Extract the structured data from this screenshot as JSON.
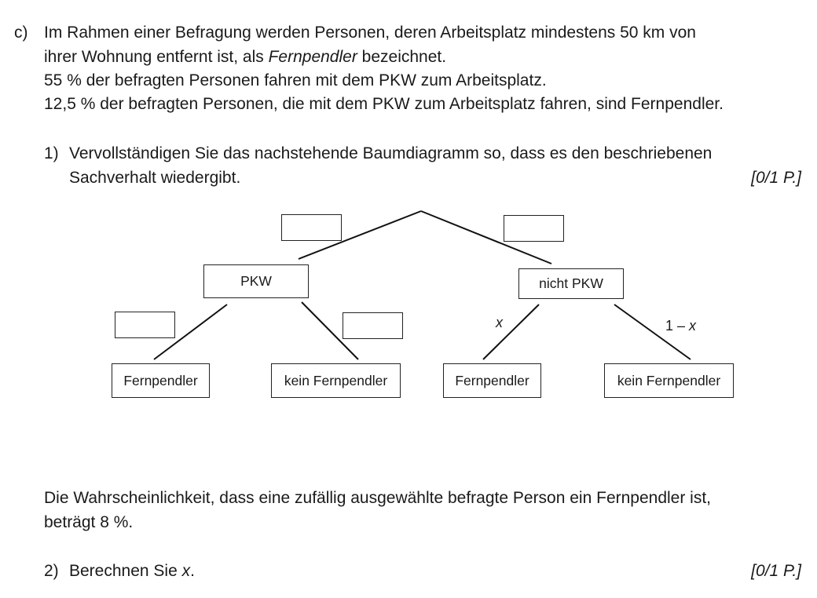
{
  "section": {
    "label": "c)",
    "intro": {
      "line1": "Im Rahmen einer Befragung werden Personen, deren Arbeitsplatz mindestens 50 km von",
      "line2_pre": "ihrer Wohnung entfernt ist, als ",
      "line2_term": "Fernpendler",
      "line2_post": " bezeichnet.",
      "line3": "55 % der befragten Personen fahren mit dem PKW zum Arbeitsplatz.",
      "line4": "12,5 % der befragten Personen, die mit dem PKW zum Arbeitsplatz fahren, sind Fernpendler."
    }
  },
  "task1": {
    "number": "1)",
    "line1": "Vervollständigen Sie das nachstehende Baumdiagramm so, dass es den beschriebenen",
    "line2": "Sachverhalt wiedergibt.",
    "points": "[0/1 P.]"
  },
  "tree": {
    "level1": {
      "left": "PKW",
      "right": "nicht PKW"
    },
    "level2": {
      "ll": "Fernpendler",
      "lr": "kein Fernpendler",
      "rl": "Fernpendler",
      "rr": "kein Fernpendler"
    },
    "branch_labels": {
      "rl_prefix": "",
      "rl_var": "x",
      "rr_prefix": "1 – ",
      "rr_var": "x"
    }
  },
  "info": {
    "line1": "Die Wahrscheinlichkeit, dass eine zufällig ausgewählte befragte Person ein Fernpendler ist,",
    "line2": "beträgt 8 %."
  },
  "task2": {
    "number": "2)",
    "text_pre": "Berechnen Sie ",
    "var": "x",
    "text_post": ".",
    "points": "[0/1 P.]"
  }
}
